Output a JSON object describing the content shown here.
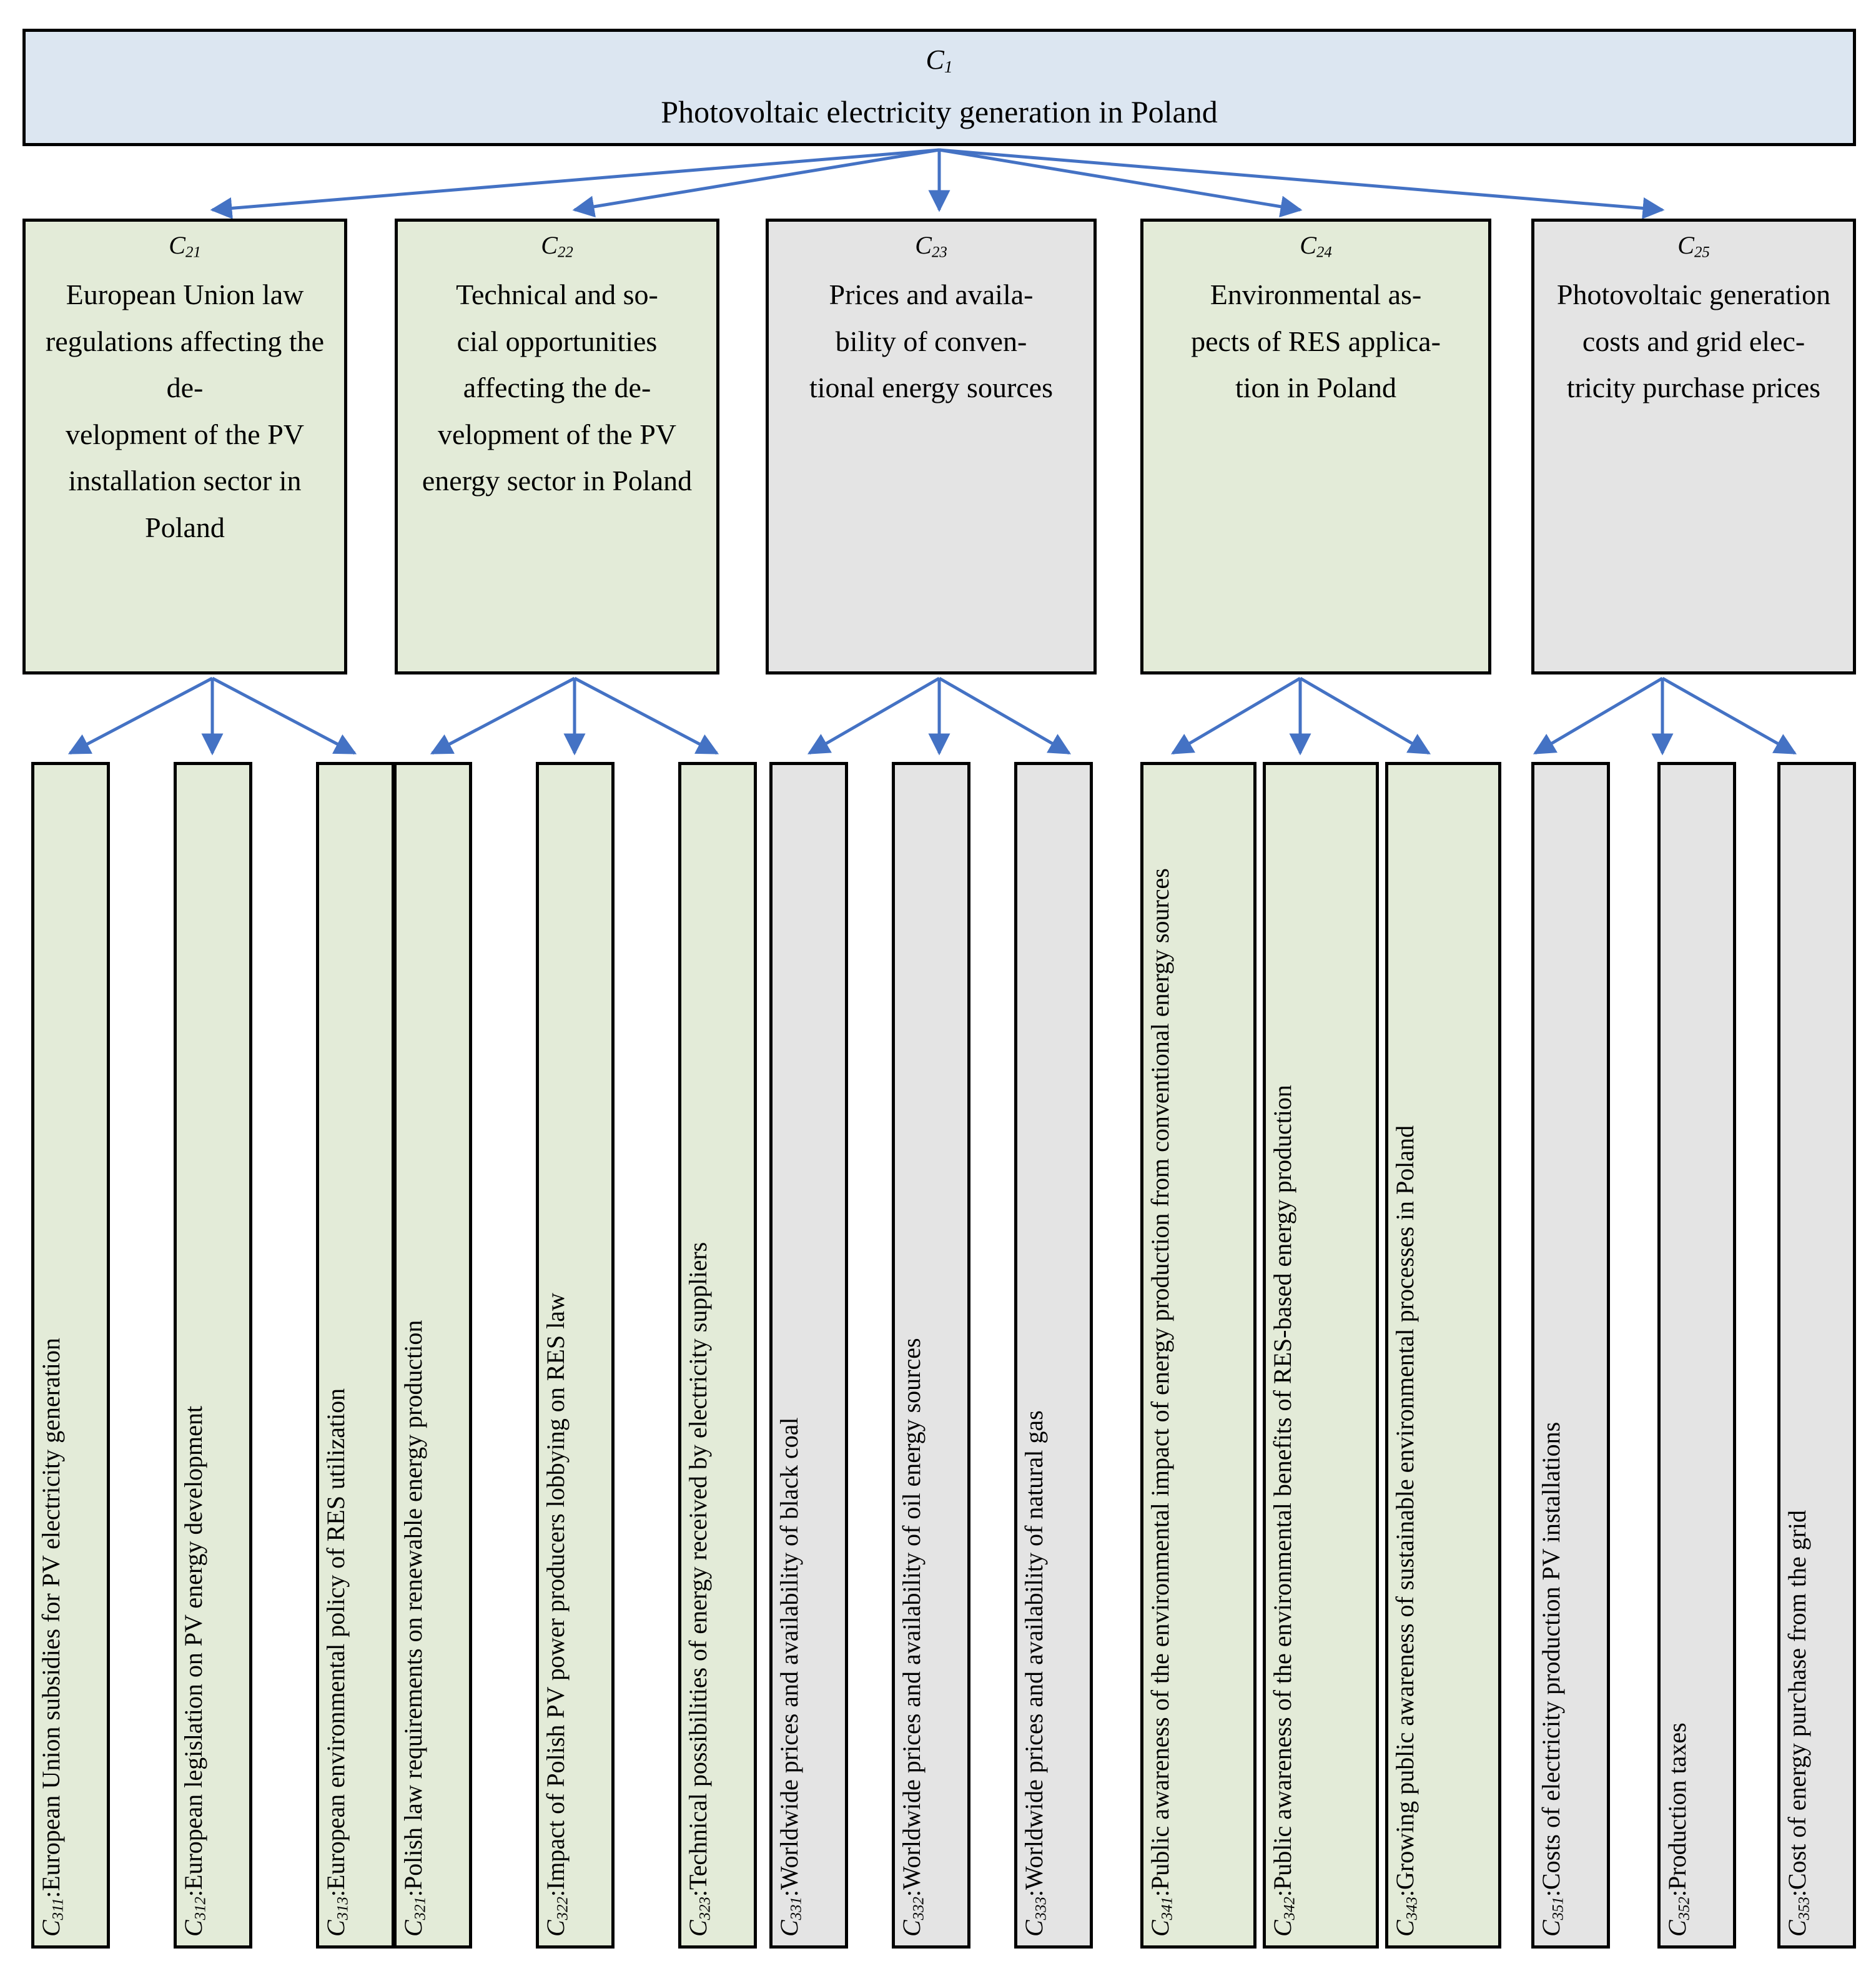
{
  "root": {
    "code": "C1",
    "code_base": "C",
    "code_sub": "1",
    "title": "Photovoltaic electricity generation in Poland",
    "fill": "#DCE6F1"
  },
  "colors": {
    "green": "#E3EBD8",
    "gray": "#E4E4E4",
    "blue": "#DCE6F1",
    "arrow": "#4472C4",
    "border": "#000000"
  },
  "level2": [
    {
      "code_base": "C",
      "code_sub": "21",
      "title": "European Union law regulations affecting the de-velopment of the PV installation sector in Poland",
      "fill": "green"
    },
    {
      "code_base": "C",
      "code_sub": "22",
      "title": "Technical and so-cial opportunities affecting the de-velopment of the PV energy sector in Poland",
      "fill": "green"
    },
    {
      "code_base": "C",
      "code_sub": "23",
      "title": "Prices and availa-bility of conven-tional energy sources",
      "fill": "gray"
    },
    {
      "code_base": "C",
      "code_sub": "24",
      "title": "Environmental as-pects of RES applica-tion in Poland",
      "fill": "green"
    },
    {
      "code_base": "C",
      "code_sub": "25",
      "title": "Photovoltaic generation costs and grid elec-tricity purchase prices",
      "fill": "gray"
    }
  ],
  "level3": [
    {
      "code_base": "C",
      "code_sub": "311",
      "separator": " : ",
      "label": "European Union subsidies for PV electricity generation",
      "fill": "green"
    },
    {
      "code_base": "C",
      "code_sub": "312",
      "separator": ": ",
      "label": "European legislation on PV energy development",
      "fill": "green"
    },
    {
      "code_base": "C",
      "code_sub": "313",
      "separator": ": ",
      "label": "European environmental policy of RES utilization",
      "fill": "green"
    },
    {
      "code_base": "C",
      "code_sub": "321",
      "separator": ": ",
      "label": "Polish law requirements on renewable energy production",
      "fill": "green"
    },
    {
      "code_base": "C",
      "code_sub": "322",
      "separator": ": ",
      "label": "Impact of Polish PV power producers lobbying on RES law",
      "fill": "green"
    },
    {
      "code_base": "C",
      "code_sub": "323",
      "separator": ": ",
      "label": "Technical possibilities of energy received by electricity suppliers",
      "fill": "green"
    },
    {
      "code_base": "C",
      "code_sub": "331",
      "separator": ": ",
      "label": "Worldwide prices and availability of black coal",
      "fill": "gray"
    },
    {
      "code_base": "C",
      "code_sub": "332",
      "separator": ": ",
      "label": "Worldwide prices and availability of oil energy sources",
      "fill": "gray"
    },
    {
      "code_base": "C",
      "code_sub": "333",
      "separator": ": ",
      "label": "Worldwide prices and availability of natural gas",
      "fill": "gray"
    },
    {
      "code_base": "C",
      "code_sub": "341",
      "separator": ": ",
      "label": "Public awareness of the environmental impact of energy production from conventional energy sources",
      "fill": "green"
    },
    {
      "code_base": "C",
      "code_sub": "342",
      "separator": ": ",
      "label": "Public awareness of the environmental benefits of RES-based energy production",
      "fill": "green"
    },
    {
      "code_base": "C",
      "code_sub": "343",
      "separator": ": ",
      "label": "Growing public awareness of sustainable environmental processes in Poland",
      "fill": "green"
    },
    {
      "code_base": "C",
      "code_sub": "351",
      "separator": ": ",
      "label": "Costs of electricity production PV installations",
      "fill": "gray"
    },
    {
      "code_base": "C",
      "code_sub": "352",
      "separator": ": ",
      "label": "Production taxes",
      "fill": "gray"
    },
    {
      "code_base": "C",
      "code_sub": "353",
      "separator": ": ",
      "label": "Cost of energy purchase from the grid",
      "fill": "gray"
    }
  ]
}
